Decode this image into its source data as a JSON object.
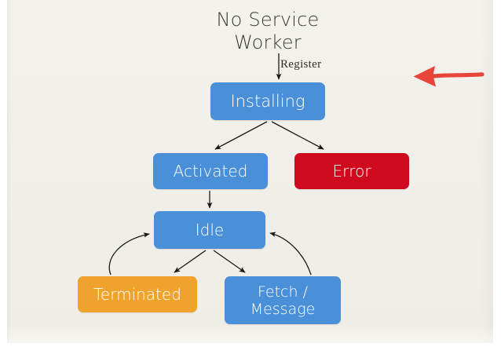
{
  "slide": {
    "title": "No Service\nWorker",
    "background_color": "#f2f0ea",
    "page_background": "#ffffff"
  },
  "diagram": {
    "type": "state-machine-flowchart",
    "colors": {
      "blue": "#4a90d9",
      "red": "#d00a1e",
      "orange": "#f0a32c",
      "text": "#ffffff",
      "edge": "#1a1a1a",
      "annotation_red": "#e8443a",
      "title_text": "#3a3a3a"
    },
    "nodes": [
      {
        "id": "no-service-worker",
        "label": "No Service\nWorker",
        "kind": "title-text",
        "color": "#3a3a3a"
      },
      {
        "id": "installing",
        "label": "Installing",
        "color": "#4a90d9"
      },
      {
        "id": "activated",
        "label": "Activated",
        "color": "#4a90d9"
      },
      {
        "id": "error",
        "label": "Error",
        "color": "#d00a1e"
      },
      {
        "id": "idle",
        "label": "Idle",
        "color": "#4a90d9"
      },
      {
        "id": "terminated",
        "label": "Terminated",
        "color": "#f0a32c"
      },
      {
        "id": "fetch",
        "label": "Fetch /\nMessage",
        "color": "#4a90d9"
      }
    ],
    "edges": [
      {
        "from": "no-service-worker",
        "to": "installing",
        "label": "Register",
        "style": "straight"
      },
      {
        "from": "installing",
        "to": "activated",
        "label": "",
        "style": "straight"
      },
      {
        "from": "installing",
        "to": "error",
        "label": "",
        "style": "straight"
      },
      {
        "from": "activated",
        "to": "idle",
        "label": "",
        "style": "straight"
      },
      {
        "from": "idle",
        "to": "terminated",
        "label": "",
        "style": "straight"
      },
      {
        "from": "idle",
        "to": "fetch",
        "label": "",
        "style": "straight"
      },
      {
        "from": "terminated",
        "to": "idle",
        "label": "",
        "style": "curved"
      },
      {
        "from": "fetch",
        "to": "idle",
        "label": "",
        "style": "curved"
      }
    ],
    "annotations": [
      {
        "id": "red-arrow",
        "kind": "hand-drawn-arrow",
        "direction": "left",
        "color": "#e8443a"
      }
    ]
  }
}
